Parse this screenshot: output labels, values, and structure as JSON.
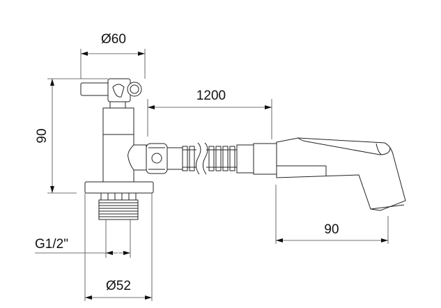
{
  "title": "Tap with hose and hand shower - dimension drawing",
  "dimensions": {
    "handle_diameter": "Ø60",
    "height": "90",
    "hose_length": "1200",
    "thread": "G1/2\"",
    "flange_diameter": "Ø52",
    "shower_length": "90"
  }
}
